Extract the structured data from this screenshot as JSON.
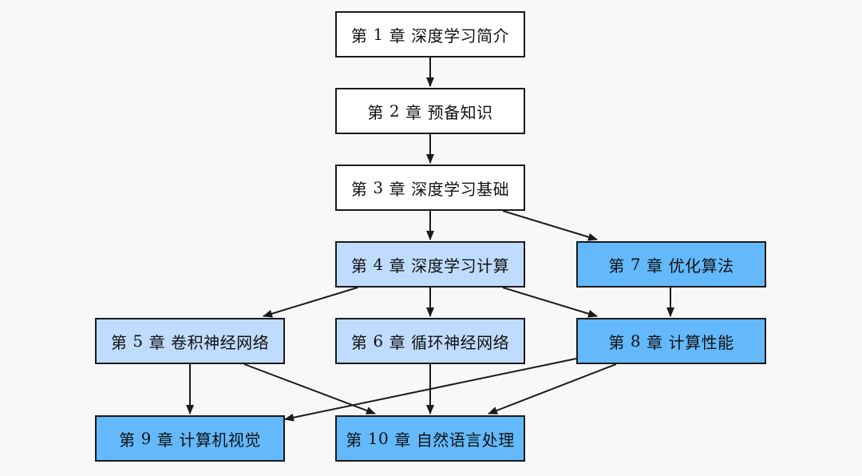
{
  "colors": {
    "background": "#f8f8f9",
    "basic": "#ffffff",
    "computation": "#bfdcff",
    "advanced": "#63b9fb",
    "border": "#1a1a1a",
    "arrow": "#1a1a1a"
  },
  "chapters": [
    {
      "id": "ch1",
      "prefix": "第",
      "num": "1",
      "unit": "章",
      "title": "深度学习简介",
      "group": "basic"
    },
    {
      "id": "ch2",
      "prefix": "第",
      "num": "2",
      "unit": "章",
      "title": "预备知识",
      "group": "basic"
    },
    {
      "id": "ch3",
      "prefix": "第",
      "num": "3",
      "unit": "章",
      "title": "深度学习基础",
      "group": "basic"
    },
    {
      "id": "ch4",
      "prefix": "第",
      "num": "4",
      "unit": "章",
      "title": "深度学习计算",
      "group": "computation"
    },
    {
      "id": "ch7",
      "prefix": "第",
      "num": "7",
      "unit": "章",
      "title": "优化算法",
      "group": "advanced"
    },
    {
      "id": "ch5",
      "prefix": "第",
      "num": "5",
      "unit": "章",
      "title": "卷积神经网络",
      "group": "computation"
    },
    {
      "id": "ch6",
      "prefix": "第",
      "num": "6",
      "unit": "章",
      "title": "循环神经网络",
      "group": "computation"
    },
    {
      "id": "ch8",
      "prefix": "第",
      "num": "8",
      "unit": "章",
      "title": "计算性能",
      "group": "advanced"
    },
    {
      "id": "ch9",
      "prefix": "第",
      "num": "9",
      "unit": "章",
      "title": "计算机视觉",
      "group": "advanced"
    },
    {
      "id": "ch10",
      "prefix": "第",
      "num": "10",
      "unit": "章",
      "title": "自然语言处理",
      "group": "advanced"
    }
  ],
  "edges": [
    {
      "from": "ch1",
      "to": "ch2"
    },
    {
      "from": "ch2",
      "to": "ch3"
    },
    {
      "from": "ch3",
      "to": "ch4"
    },
    {
      "from": "ch3",
      "to": "ch7"
    },
    {
      "from": "ch4",
      "to": "ch5"
    },
    {
      "from": "ch4",
      "to": "ch6"
    },
    {
      "from": "ch4",
      "to": "ch8"
    },
    {
      "from": "ch7",
      "to": "ch8"
    },
    {
      "from": "ch5",
      "to": "ch9"
    },
    {
      "from": "ch5",
      "to": "ch10"
    },
    {
      "from": "ch6",
      "to": "ch10"
    },
    {
      "from": "ch8",
      "to": "ch9"
    },
    {
      "from": "ch8",
      "to": "ch10"
    }
  ]
}
